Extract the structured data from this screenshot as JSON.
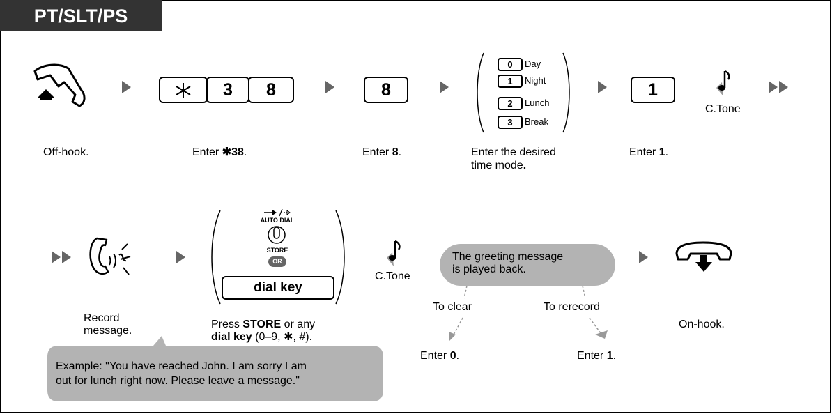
{
  "title": "PT/SLT/PS",
  "step1": {
    "label": "Off-hook."
  },
  "step2": {
    "keys": [
      "3",
      "8"
    ],
    "label_pre": "Enter ",
    "label_bold": "✱38",
    "label_post": "."
  },
  "step3": {
    "key": "8",
    "label_pre": "Enter ",
    "label_bold": "8",
    "label_post": "."
  },
  "step4": {
    "options": [
      {
        "key": "0",
        "label": "Day"
      },
      {
        "key": "1",
        "label": "Night"
      },
      {
        "key": "2",
        "label": "Lunch"
      },
      {
        "key": "3",
        "label": "Break"
      }
    ],
    "label_line1": "Enter the desired",
    "label_line2": "time mode",
    "label_line2_bold": "."
  },
  "step5": {
    "key": "1",
    "label_pre": "Enter ",
    "label_bold": "1",
    "label_post": "."
  },
  "ctone1": "C.Tone",
  "step6": {
    "label_line1": "Record",
    "label_line2": "message."
  },
  "step7": {
    "auto_dial": "AUTO DIAL",
    "store": "STORE",
    "or": "OR",
    "dial_key": "dial key",
    "label_l1_pre": "Press ",
    "label_l1_bold": "STORE",
    "label_l1_post": " or any",
    "label_l2_bold": "dial key",
    "label_l2_post": " (0–9, ✱, #)."
  },
  "ctone2": "C.Tone",
  "playback": {
    "line1": "The greeting message",
    "line2": "is played back."
  },
  "branches": {
    "clear": {
      "label": "To clear",
      "enter_pre": "Enter ",
      "enter_bold": "0",
      "enter_post": "."
    },
    "rerecord": {
      "label": "To rerecord",
      "enter_pre": "Enter ",
      "enter_bold": "1",
      "enter_post": "."
    }
  },
  "step8": {
    "label": "On-hook."
  },
  "example": {
    "line1": "Example: \"You have reached John. I am sorry I am",
    "line2": "out for lunch right now. Please leave a message.\""
  }
}
